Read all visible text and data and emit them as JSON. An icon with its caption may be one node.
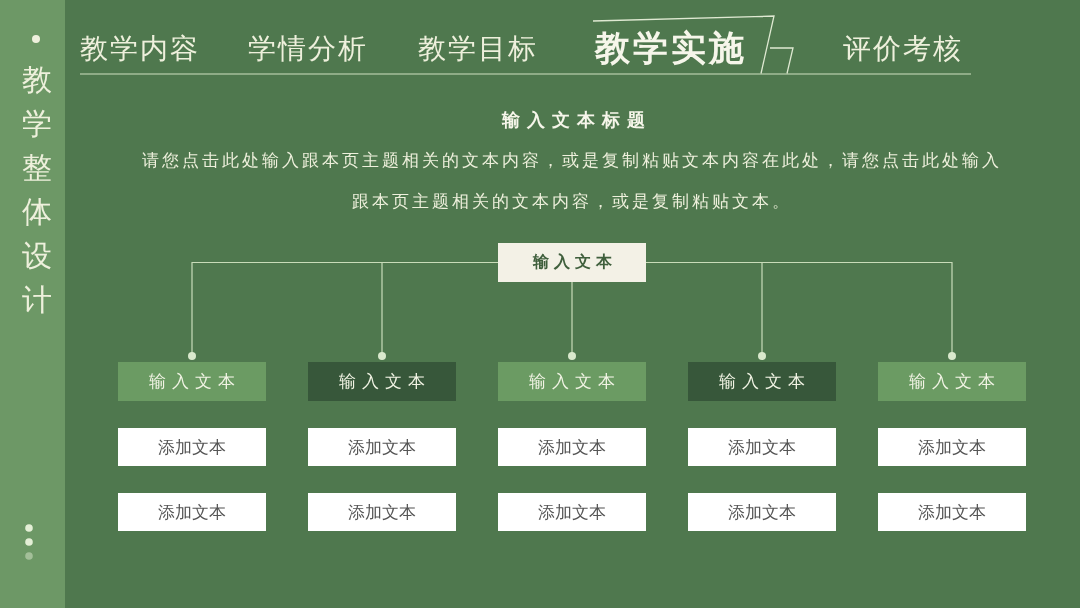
{
  "diagram": {
    "title": "输入文本标题",
    "nodes": [
      {
        "text": [
          "输入文本"
        ]
      },
      {
        "text": [
          "输入文本"
        ]
      },
      {
        "text": [
          "输入文本"
        ]
      },
      {
        "text": [
          "输入文本"
        ]
      },
      {
        "text": [
          "输入文本"
        ]
      },
      {
        "text": [
          "输入文本"
        ]
      },
      {
        "text": [
          "添加文本"
        ]
      },
      {
        "text": [
          "添加文本"
        ]
      },
      {
        "text": [
          "添加文本"
        ]
      },
      {
        "text": [
          "添加文本"
        ]
      },
      {
        "text": [
          "添加文本"
        ]
      },
      {
        "text": [
          "添加文本"
        ]
      },
      {
        "text": [
          "添加文本"
        ]
      },
      {
        "text": [
          "添加文本"
        ]
      },
      {
        "text": [
          "添加文本"
        ]
      },
      {
        "text": [
          "添加文本"
        ]
      }
    ],
    "edges": [
      {
        "from": 0,
        "to": 1,
        "arrow": "other"
      },
      {
        "from": 0,
        "to": 2,
        "arrow": "other"
      },
      {
        "from": 0,
        "to": 3,
        "arrow": "other"
      },
      {
        "from": 0,
        "to": 4,
        "arrow": "other"
      },
      {
        "from": 0,
        "to": 5,
        "arrow": "other"
      }
    ],
    "labels": [
      "教学整体设计",
      "教学内容",
      "学情分析",
      "教学目标",
      "教学实施",
      "评价考核",
      "请您点击此处输入跟本页主题相关的文本内容，或是复制粘贴文本内容在此处，请您点击此处输入跟本页主题相关的文本内容，或是复制粘贴文本。"
    ]
  }
}
